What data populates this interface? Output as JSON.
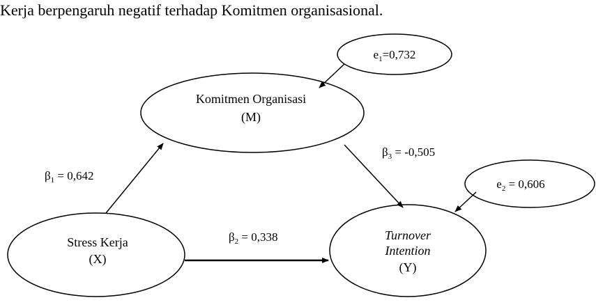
{
  "intro_text": "Kerja berpengaruh negatif terhadap Komitmen organisasional.",
  "nodes": {
    "m": {
      "line1": "Komitmen Organisasi",
      "line2": "(M)"
    },
    "x": {
      "line1": "Stress Kerja",
      "line2": "(X)"
    },
    "y": {
      "line1": "Turnover",
      "line2": "Intention",
      "line3": "(Y)"
    }
  },
  "errors": {
    "e1": {
      "symbol": "e",
      "sub": "1",
      "value": "=0,732"
    },
    "e2": {
      "symbol": "e",
      "sub": "2",
      "value": " = 0,606"
    }
  },
  "paths": {
    "b1": {
      "symbol": "β",
      "sub": "1",
      "value": " = 0,642"
    },
    "b2": {
      "symbol": "β",
      "sub": "2",
      "value": " = 0,338"
    },
    "b3": {
      "symbol": "β",
      "sub": "3",
      "value": " = -0,505"
    }
  }
}
